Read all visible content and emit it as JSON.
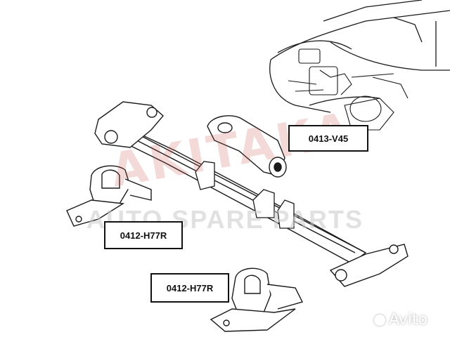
{
  "watermark": {
    "logo": "AKITAKA",
    "tagline": "AUTO SPARE PARTS"
  },
  "callouts": [
    {
      "label": "0413-V45"
    },
    {
      "label": "0412-H77R"
    },
    {
      "label": "0412-H77R"
    }
  ],
  "brand_watermark": "Avito",
  "colors": {
    "outline": "#1a1a1a",
    "watermark_red": "#cd5050",
    "watermark_gray": "#c8c8c8"
  }
}
